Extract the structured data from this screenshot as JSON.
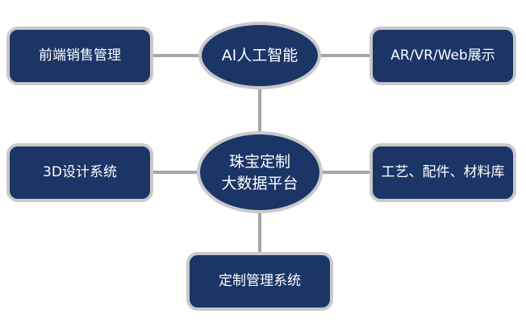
{
  "diagram": {
    "center_top": "AI人工智能",
    "center_main_line1": "珠宝定制",
    "center_main_line2": "大数据平台",
    "left_top": "前端销售管理",
    "right_top": "AR/VR/Web展示",
    "left_middle": "3D设计系统",
    "right_middle": "工艺、配件、材料库",
    "bottom": "定制管理系统"
  },
  "colors": {
    "node_fill": "#1b3567",
    "node_border": "#c9c9c9",
    "connector": "#a6a6a6",
    "text": "#ffffff"
  }
}
